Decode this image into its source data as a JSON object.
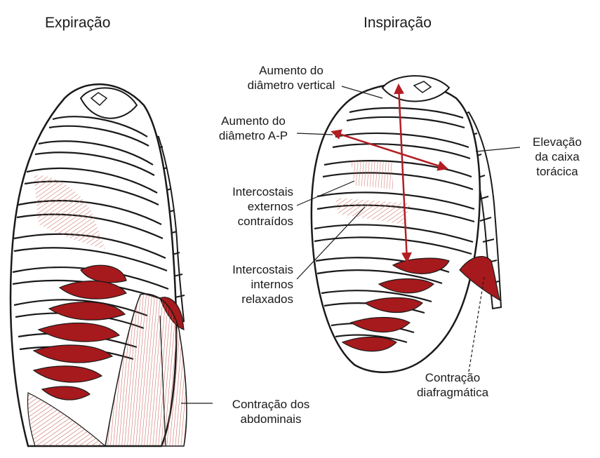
{
  "titles": {
    "left": "Expiração",
    "right": "Inspiração"
  },
  "labels": {
    "vertical": [
      "Aumento do",
      "diâmetro vertical"
    ],
    "ap": [
      "Aumento do",
      "diâmetro A-P"
    ],
    "elevation": [
      "Elevação",
      "da caixa",
      "torácica"
    ],
    "external": [
      "Intercostais",
      "externos",
      "contraídos"
    ],
    "internal": [
      "Intercostais",
      "internos",
      "relaxados"
    ],
    "diaphragm": [
      "Contração",
      "diafragmática"
    ],
    "abdominal": [
      "Contração dos",
      "abdominais"
    ]
  },
  "colors": {
    "muscle": "#a6191c",
    "muscle_light": "#d98a82",
    "arrow": "#b31e24",
    "ink": "#1a1a1a",
    "bone": "#ffffff"
  }
}
